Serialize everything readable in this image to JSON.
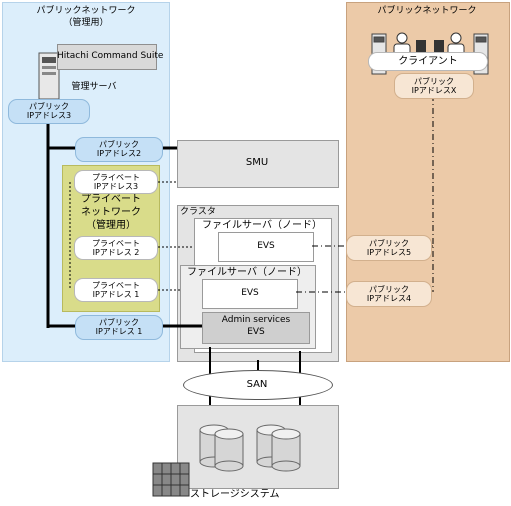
{
  "left_network": {
    "title_line1": "パブリックネットワーク",
    "title_line2": "（管理用）"
  },
  "right_network": {
    "title": "パブリックネットワーク"
  },
  "mgmt_server": {
    "software": "Hitachi Command Suite",
    "label": "管理サーバ"
  },
  "client": {
    "label": "クライアント"
  },
  "ip_pub3": {
    "l1": "パブリック",
    "l2": "IPアドレス3"
  },
  "ip_pub2": {
    "l1": "パブリック",
    "l2": "IPアドレス2"
  },
  "ip_pub1": {
    "l1": "パブリック",
    "l2": "IPアドレス 1"
  },
  "ip_pubx": {
    "l1": "パブリック",
    "l2": "IPアドレスX"
  },
  "ip_pub5": {
    "l1": "パブリック",
    "l2": "IPアドレス5"
  },
  "ip_pub4": {
    "l1": "パブリック",
    "l2": "IPアドレス4"
  },
  "priv3": {
    "l1": "プライベート",
    "l2": "IPアドレス3"
  },
  "priv2": {
    "l1": "プライベート",
    "l2": "IPアドレス 2"
  },
  "priv1": {
    "l1": "プライベート",
    "l2": "IPアドレス 1"
  },
  "private_network": {
    "l1": "プライベート",
    "l2": "ネットワーク",
    "l3": "（管理用）"
  },
  "smu": {
    "label": "SMU"
  },
  "cluster": {
    "label": "クラスタ"
  },
  "node_upper": {
    "label": "ファイルサーバ（ノード）",
    "evs": "EVS"
  },
  "node_lower": {
    "label": "ファイルサーバ（ノード）",
    "evs": "EVS",
    "admin_l1": "Admin services",
    "admin_l2": "EVS"
  },
  "san": {
    "label": "SAN"
  },
  "storage": {
    "label": "ストレージシステム"
  },
  "colors": {
    "public_mgmt_bg": "#dceefb",
    "public_client_bg": "#eccaa8",
    "private_bg": "#d9dc8a",
    "pill_blue": "#c5e0f6"
  }
}
